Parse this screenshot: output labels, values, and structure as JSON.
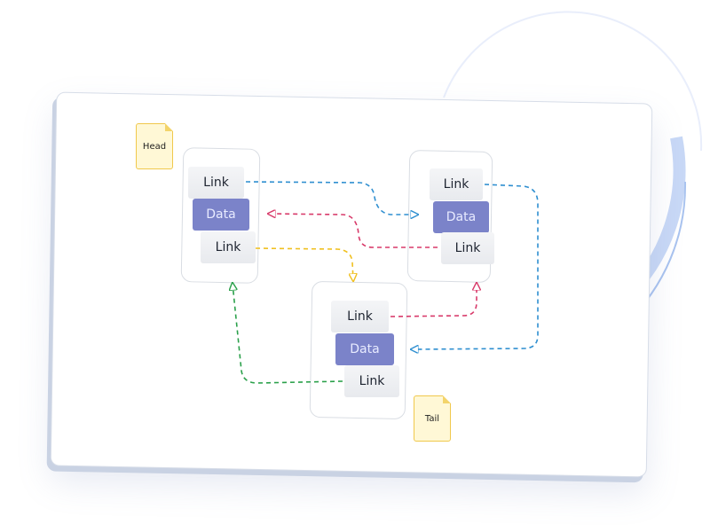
{
  "diagram": {
    "head_label": "Head",
    "tail_label": "Tail",
    "nodes": [
      {
        "id": "node-1",
        "top_link": "Link",
        "data": "Data",
        "bottom_link": "Link"
      },
      {
        "id": "node-2",
        "top_link": "Link",
        "data": "Data",
        "bottom_link": "Link"
      },
      {
        "id": "node-3",
        "top_link": "Link",
        "data": "Data",
        "bottom_link": "Link"
      }
    ],
    "colors": {
      "next_pointer": "#2f8fd0",
      "prev_pointer": "#d83a6a",
      "head_next": "#f0c020",
      "tail_prev": "#2aa04a",
      "data_fill": "#7b83c9",
      "arc": "#8fb1ea"
    }
  }
}
